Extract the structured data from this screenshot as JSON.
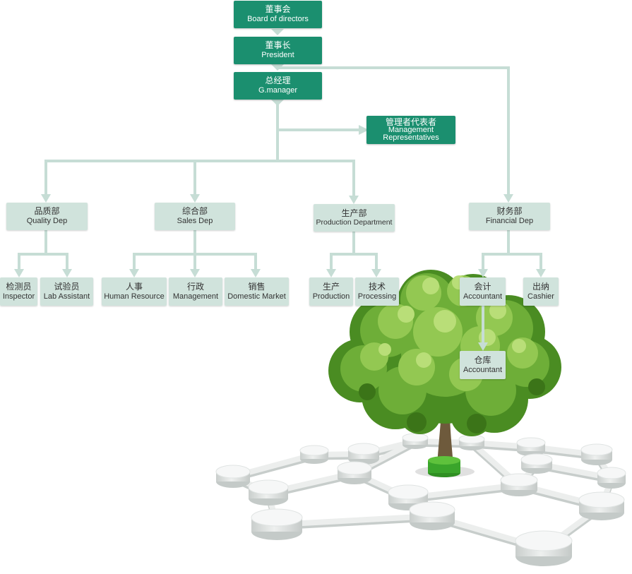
{
  "colors": {
    "primary_box": "#1b8f6f",
    "primary_text": "#ffffff",
    "secondary_box": "#d0e3dc",
    "secondary_text": "#333333",
    "connector": "#c6ddd5",
    "tree_green": "#6eae38"
  },
  "nodes": {
    "board": {
      "cn": "董事会",
      "en": "Board of directors"
    },
    "president": {
      "cn": "董事长",
      "en": "President"
    },
    "gmanager": {
      "cn": "总经理",
      "en": "G.manager"
    },
    "mgmt_rep": {
      "cn": "管理者代表者",
      "en": "Management Representatives"
    },
    "quality": {
      "cn": "品质部",
      "en": "Quality Dep"
    },
    "sales": {
      "cn": "综合部",
      "en": "Sales Dep"
    },
    "production": {
      "cn": "生产部",
      "en": "Production Department"
    },
    "financial": {
      "cn": "财务部",
      "en": "Financial Dep"
    },
    "inspector": {
      "cn": "检测员",
      "en": "Inspector"
    },
    "lab": {
      "cn": "试验员",
      "en": "Lab Assistant"
    },
    "hr": {
      "cn": "人事",
      "en": "Human Resource"
    },
    "management": {
      "cn": "行政",
      "en": "Management"
    },
    "domestic": {
      "cn": "销售",
      "en": "Domestic Market"
    },
    "prod_unit": {
      "cn": "生产",
      "en": "Production"
    },
    "processing": {
      "cn": "技术",
      "en": "Processing"
    },
    "accountant": {
      "cn": "会计",
      "en": "Accountant"
    },
    "cashier": {
      "cn": "出纳",
      "en": "Cashier"
    },
    "warehouse": {
      "cn": "仓库",
      "en": "Accountant"
    }
  }
}
